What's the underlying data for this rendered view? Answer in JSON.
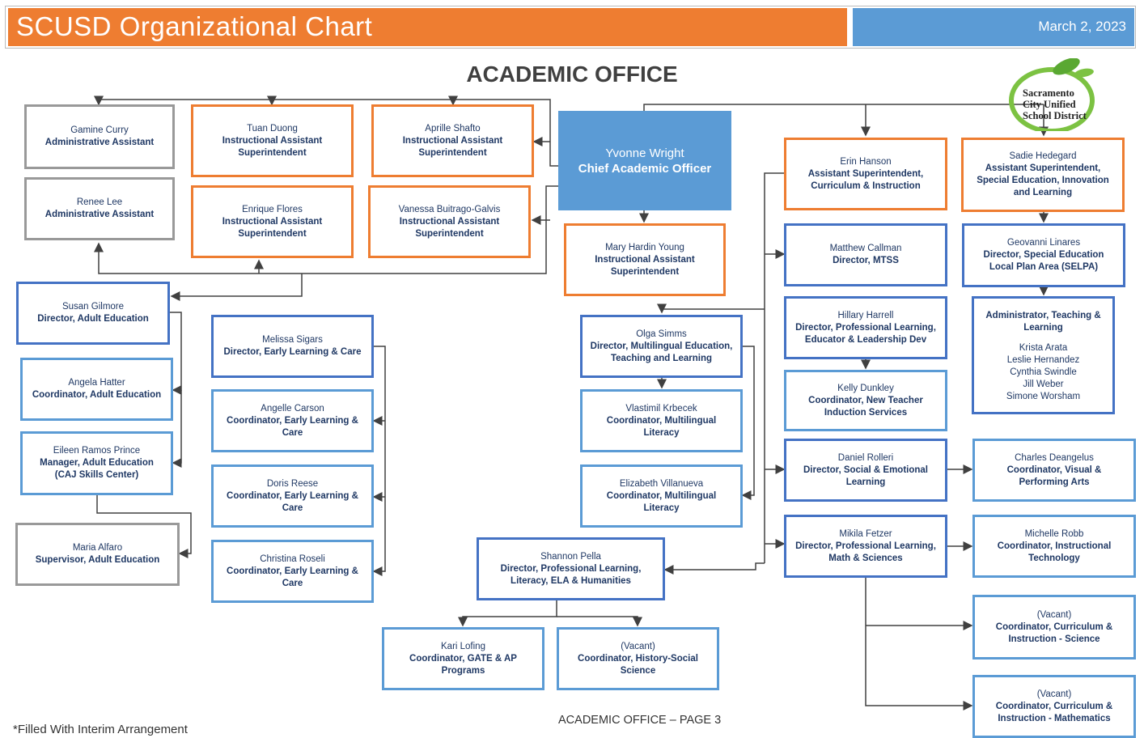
{
  "header": {
    "title": "SCUSD Organizational Chart",
    "date": "March 2, 2023"
  },
  "heading": "ACADEMIC OFFICE",
  "logo": {
    "lines": [
      "Sacramento",
      "City Unified",
      "School District"
    ]
  },
  "boxes": {
    "curry": {
      "name": "Gamine Curry",
      "title": "Administrative Assistant"
    },
    "lee": {
      "name": "Renee Lee",
      "title": "Administrative Assistant"
    },
    "duong": {
      "name": "Tuan Duong",
      "title": "Instructional Assistant Superintendent"
    },
    "shafto": {
      "name": "Aprille Shafto",
      "title": "Instructional Assistant Superintendent"
    },
    "flores": {
      "name": "Enrique Flores",
      "title": "Instructional Assistant Superintendent"
    },
    "galvis": {
      "name": "Vanessa Buitrago-Galvis",
      "title": "Instructional Assistant Superintendent"
    },
    "wright": {
      "name": "Yvonne Wright",
      "title": "Chief Academic Officer"
    },
    "young": {
      "name": "Mary Hardin Young",
      "title": "Instructional Assistant Superintendent"
    },
    "hanson": {
      "name": "Erin Hanson",
      "title": "Assistant Superintendent, Curriculum & Instruction"
    },
    "hedegard": {
      "name": "Sadie Hedegard",
      "title": "Assistant Superintendent, Special Education, Innovation and Learning"
    },
    "gilmore": {
      "name": "Susan Gilmore",
      "title": "Director, Adult Education"
    },
    "hatter": {
      "name": "Angela Hatter",
      "title": "Coordinator, Adult Education"
    },
    "prince": {
      "name": "Eileen Ramos Prince",
      "title": "Manager, Adult Education (CAJ Skills Center)"
    },
    "alfaro": {
      "name": "Maria Alfaro",
      "title": "Supervisor, Adult Education"
    },
    "sigars": {
      "name": "Melissa Sigars",
      "title": "Director, Early Learning & Care"
    },
    "carson": {
      "name": "Angelle Carson",
      "title": "Coordinator, Early Learning & Care"
    },
    "reese": {
      "name": "Doris Reese",
      "title": "Coordinator, Early Learning & Care"
    },
    "roseli": {
      "name": "Christina Roseli",
      "title": "Coordinator, Early Learning & Care"
    },
    "simms": {
      "name": "Olga Simms",
      "title": "Director, Multilingual Education, Teaching and Learning"
    },
    "krbecek": {
      "name": "Vlastimil Krbecek",
      "title": "Coordinator, Multilingual Literacy"
    },
    "villanueva": {
      "name": "Elizabeth Villanueva",
      "title": "Coordinator, Multilingual Literacy"
    },
    "pella": {
      "name": "Shannon Pella",
      "title": "Director, Professional Learning, Literacy, ELA & Humanities"
    },
    "lofing": {
      "name": "Kari Lofing",
      "title": "Coordinator, GATE & AP Programs"
    },
    "vacant_hist": {
      "name": "(Vacant)",
      "title": "Coordinator, History-Social Science"
    },
    "callman": {
      "name": "Matthew Callman",
      "title": "Director, MTSS"
    },
    "harrell": {
      "name": "Hillary Harrell",
      "title": "Director, Professional Learning, Educator & Leadership Dev"
    },
    "dunkley": {
      "name": "Kelly Dunkley",
      "title": "Coordinator, New Teacher Induction Services"
    },
    "rolleri": {
      "name": "Daniel Rolleri",
      "title": "Director, Social & Emotional Learning"
    },
    "fetzer": {
      "name": "Mikila Fetzer",
      "title": "Director, Professional Learning, Math & Sciences"
    },
    "linares": {
      "name": "Geovanni Linares",
      "title": "Director, Special Education Local Plan Area (SELPA)"
    },
    "admin_tl": {
      "title": "Administrator, Teaching & Learning",
      "names": [
        "Krista Arata",
        "Leslie Hernandez",
        "Cynthia Swindle",
        "Jill Weber",
        "Simone Worsham"
      ]
    },
    "deangelus": {
      "name": "Charles Deangelus",
      "title": "Coordinator, Visual & Performing Arts"
    },
    "robb": {
      "name": "Michelle Robb",
      "title": "Coordinator, Instructional Technology"
    },
    "vacant_sci": {
      "name": "(Vacant)",
      "title": "Coordinator, Curriculum & Instruction - Science"
    },
    "vacant_math": {
      "name": "(Vacant)",
      "title": "Coordinator, Curriculum & Instruction - Mathematics"
    }
  },
  "footer": {
    "note": "*Filled With Interim Arrangement",
    "page": "ACADEMIC OFFICE  –  PAGE 3"
  },
  "colors": {
    "orange": "#ee7d31",
    "blue": "#5b9bd5",
    "navy": "#4472c4",
    "gray": "#999999",
    "text": "#1f3864"
  }
}
